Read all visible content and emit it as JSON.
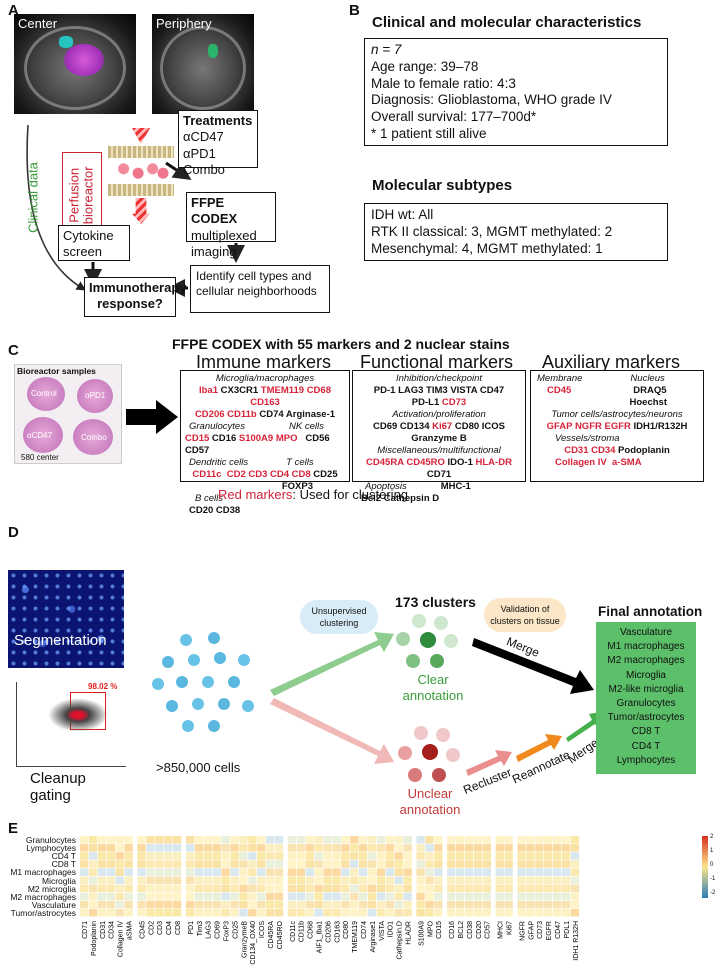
{
  "panels": {
    "a": "A",
    "b": "B",
    "c": "C",
    "d": "D",
    "e": "E"
  },
  "panelA": {
    "mri_center": "Center",
    "mri_periphery": "Periphery",
    "clinical_data": "Clinical data",
    "perfusion": "Perfusion bioreactor",
    "treatments_title": "Treatments",
    "treatments": [
      "αCD47",
      "αPD1",
      "Combo"
    ],
    "codex_title": "FFPE CODEX",
    "codex_sub": "multiplexed imaging",
    "cytokine": "Cytokine screen",
    "identify": "Identify cell types and cellular neighborhoods",
    "response": "Immunotherapy response?"
  },
  "panelB": {
    "title1": "Clinical and molecular characteristics",
    "lines1": [
      "n = 7",
      "Age range: 39–78",
      "Male to female ratio:  4:3",
      "Diagnosis: Glioblastoma, WHO grade IV",
      "Overall survival: 177–700d*",
      "* 1 patient still alive"
    ],
    "title2": "Molecular subtypes",
    "lines2": [
      "IDH wt: All",
      "RTK II classical: 3, MGMT methylated: 2",
      "Mesenchymal: 4, MGMT methylated: 1"
    ]
  },
  "panelC": {
    "title": "FFPE CODEX with 55 markers and 2 nuclear stains",
    "bioreactor": "Bioreactor samples",
    "samples": [
      "Control",
      "αPD1",
      "αCD47",
      "Combo"
    ],
    "center": "580 center",
    "immune_head": "Immune markers",
    "functional_head": "Functional markers",
    "auxiliary_head": "Auxiliary markers",
    "red_note_a": "Red markers",
    "red_note_b": ": Used for clustering"
  },
  "panelD": {
    "segmentation": "Segmentation",
    "gating": "Cleanup gating",
    "gate_pct": "98.02 %",
    "cells": ">850,000 cells",
    "unsupervised": "Unsupervised clustering",
    "clusters": "173 clusters",
    "validation": "Validation of clusters on tissue",
    "clear": "Clear annotation",
    "unclear": "Unclear annotation",
    "merge": "Merge",
    "recluster": "Recluster",
    "reannotate": "Reannotate",
    "final_title": "Final annotation",
    "final": [
      "Vasculature",
      "M1 macrophages",
      "M2 macrophages",
      "Microglia",
      "M2-like microglia",
      "Granulocytes",
      "Tumor/astrocytes",
      "CD8 T",
      "CD4 T",
      "Lymphocytes"
    ]
  },
  "panelE": {
    "rows": [
      "Granulocytes",
      "Lymphocytes",
      "CD4 T",
      "CD8 T",
      "M1 macrophages",
      "Microglia",
      "M2 microglia",
      "M2 macrophages",
      "Vasculature",
      "Tumor/astrocytes"
    ],
    "groups": [
      [
        "CD71",
        "Podoplanin",
        "CD31",
        "CD34",
        "Collagen IV",
        "aSMA"
      ],
      [
        "CD45",
        "CD2",
        "CD3",
        "CD4",
        "CD8"
      ],
      [
        "PD1",
        "Tim3",
        "LAG3",
        "CD69",
        "FoxP3",
        "CD25",
        "GranzymeB",
        "CD134_OX40",
        "ICOS",
        "CD45RA",
        "CD45RO"
      ],
      [
        "CD11c",
        "CD11b",
        "CD68",
        "AIF1_Iba1",
        "CD206",
        "CD163",
        "CD80",
        "TMEM119",
        "CD74",
        "Arginase1",
        "VISTA",
        "IDO1",
        "Cathepsin.D",
        "HLADR"
      ],
      [
        "S100A9",
        "MPO",
        "CD15"
      ],
      [
        "CD16",
        "BCL2",
        "CD38",
        "CD20",
        "CD57"
      ],
      [
        "MHCI",
        "Ki67"
      ],
      [
        "NGFR",
        "GFAP",
        "CD73",
        "EGFR",
        "CD47",
        "PDL1",
        "IDH1 R132H"
      ]
    ],
    "scale_labels": [
      "2",
      "1",
      "0",
      "-1",
      "-2"
    ]
  }
}
